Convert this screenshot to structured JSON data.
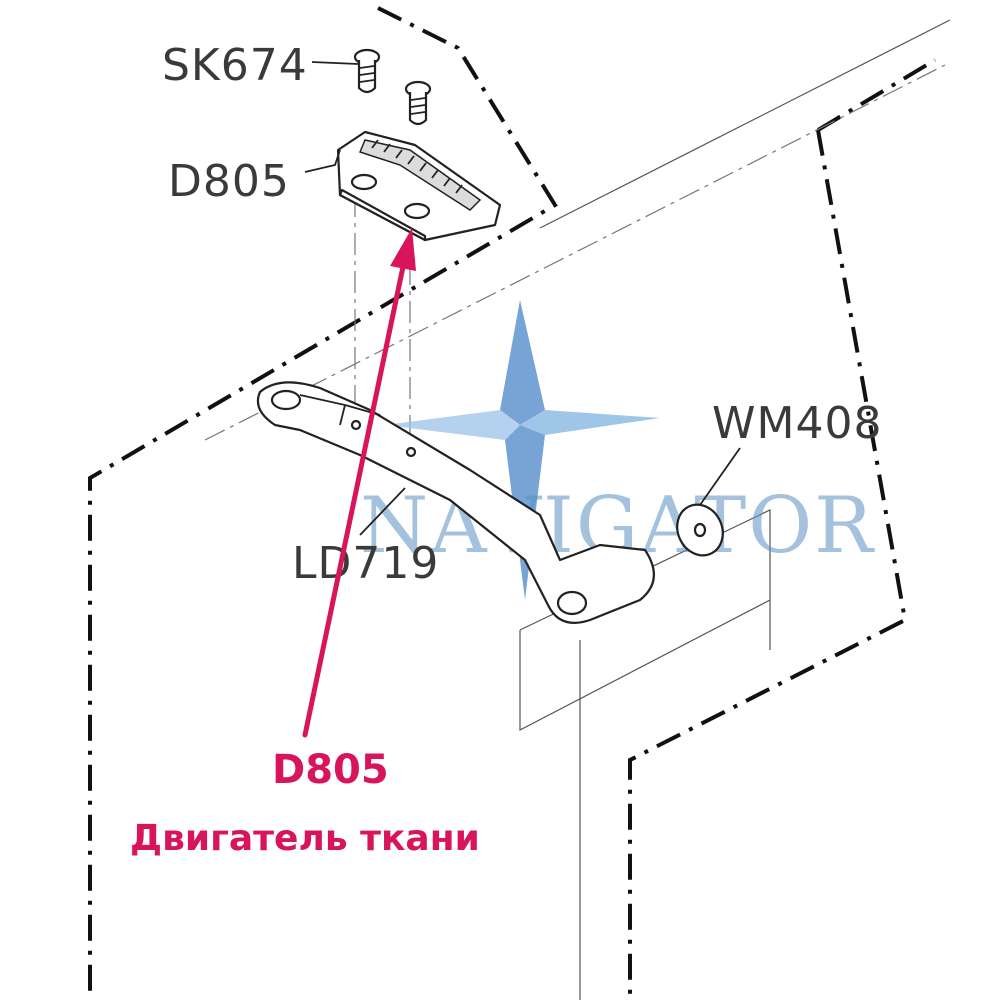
{
  "labels": {
    "screw": "SK674",
    "feed_dog": "D805",
    "feed_bar": "LD719",
    "washer": "WM408"
  },
  "callout": {
    "code": "D805",
    "description": "Двигатель ткани",
    "color": "#d8145a"
  },
  "watermark": {
    "text": "NAVIGATOR",
    "color": "#5a8fc4"
  }
}
